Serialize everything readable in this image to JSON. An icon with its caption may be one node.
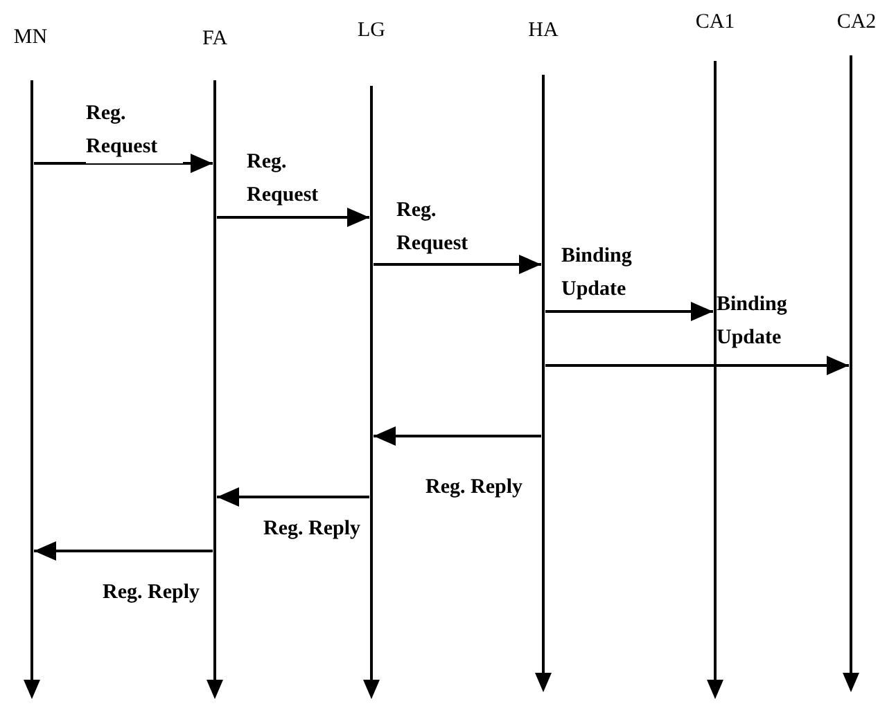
{
  "diagram": {
    "nodes": [
      {
        "text": [
          "MN"
        ]
      },
      {
        "text": [
          "FA"
        ]
      },
      {
        "text": [
          "LG"
        ]
      },
      {
        "text": [
          "HA"
        ]
      },
      {
        "text": [
          "CA1"
        ]
      },
      {
        "text": [
          "CA2"
        ]
      },
      {
        "text": [],
        "shape": "arrow"
      },
      {
        "text": [],
        "shape": "arrow"
      },
      {
        "text": [],
        "shape": "arrow"
      },
      {
        "text": [],
        "shape": "arrow"
      },
      {
        "text": [],
        "shape": "arrow"
      },
      {
        "text": [],
        "shape": "arrow"
      }
    ],
    "edges": [
      {
        "from": 6,
        "to": 7,
        "arrow": "to",
        "label": "Reg. Request"
      },
      {
        "from": 7,
        "to": 8,
        "arrow": "to",
        "label": "Reg. Request"
      },
      {
        "from": 8,
        "to": 9,
        "arrow": "to",
        "label": "Reg. Request"
      },
      {
        "from": 9,
        "to": 10,
        "arrow": "to",
        "label": "Binding Update"
      },
      {
        "from": 9,
        "to": 11,
        "arrow": "to",
        "label": "Binding Update"
      },
      {
        "from": 9,
        "to": 8,
        "arrow": "to",
        "label": "Reg. Reply"
      },
      {
        "from": 8,
        "to": 7,
        "arrow": "to",
        "label": "Reg. Reply"
      },
      {
        "from": 7,
        "to": 6,
        "arrow": "to",
        "label": "Reg. Reply"
      }
    ]
  }
}
